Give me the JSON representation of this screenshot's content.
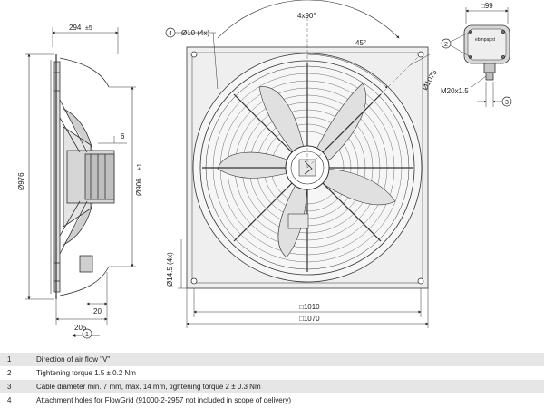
{
  "dimensions": {
    "side_depth": "294",
    "side_depth_tol": "±5",
    "side_outer_dia": "Ø976",
    "side_inner_dia": "Ø906",
    "side_inner_tol": "±1",
    "side_hub": "6",
    "side_flange": "20",
    "side_total": "205",
    "front_angle": "4x90°",
    "front_angle45": "45°",
    "front_bolt_circle": "Ø1075",
    "front_square_inner": "□1010",
    "front_square_outer": "□1070",
    "front_hole": "Ø14.5 (4x)",
    "front_holes_callout": "Ø10 (4x)",
    "box_width": "□99",
    "cable_gland": "M20x1.5",
    "box_label": "ebmpapst"
  },
  "callouts": {
    "c1": "1",
    "c2": "2",
    "c3": "3",
    "c4": "4"
  },
  "legend": [
    {
      "num": "1",
      "text": "Direction of air flow \"V\""
    },
    {
      "num": "2",
      "text": "Tightening torque 1.5 ± 0.2 Nm"
    },
    {
      "num": "3",
      "text": "Cable diameter min. 7 mm, max. 14 mm, tightening torque 2 ± 0.3 Nm"
    },
    {
      "num": "4",
      "text": "Attachment holes for FlowGrid (91000-2-2957 not included in scope of delivery)"
    }
  ]
}
